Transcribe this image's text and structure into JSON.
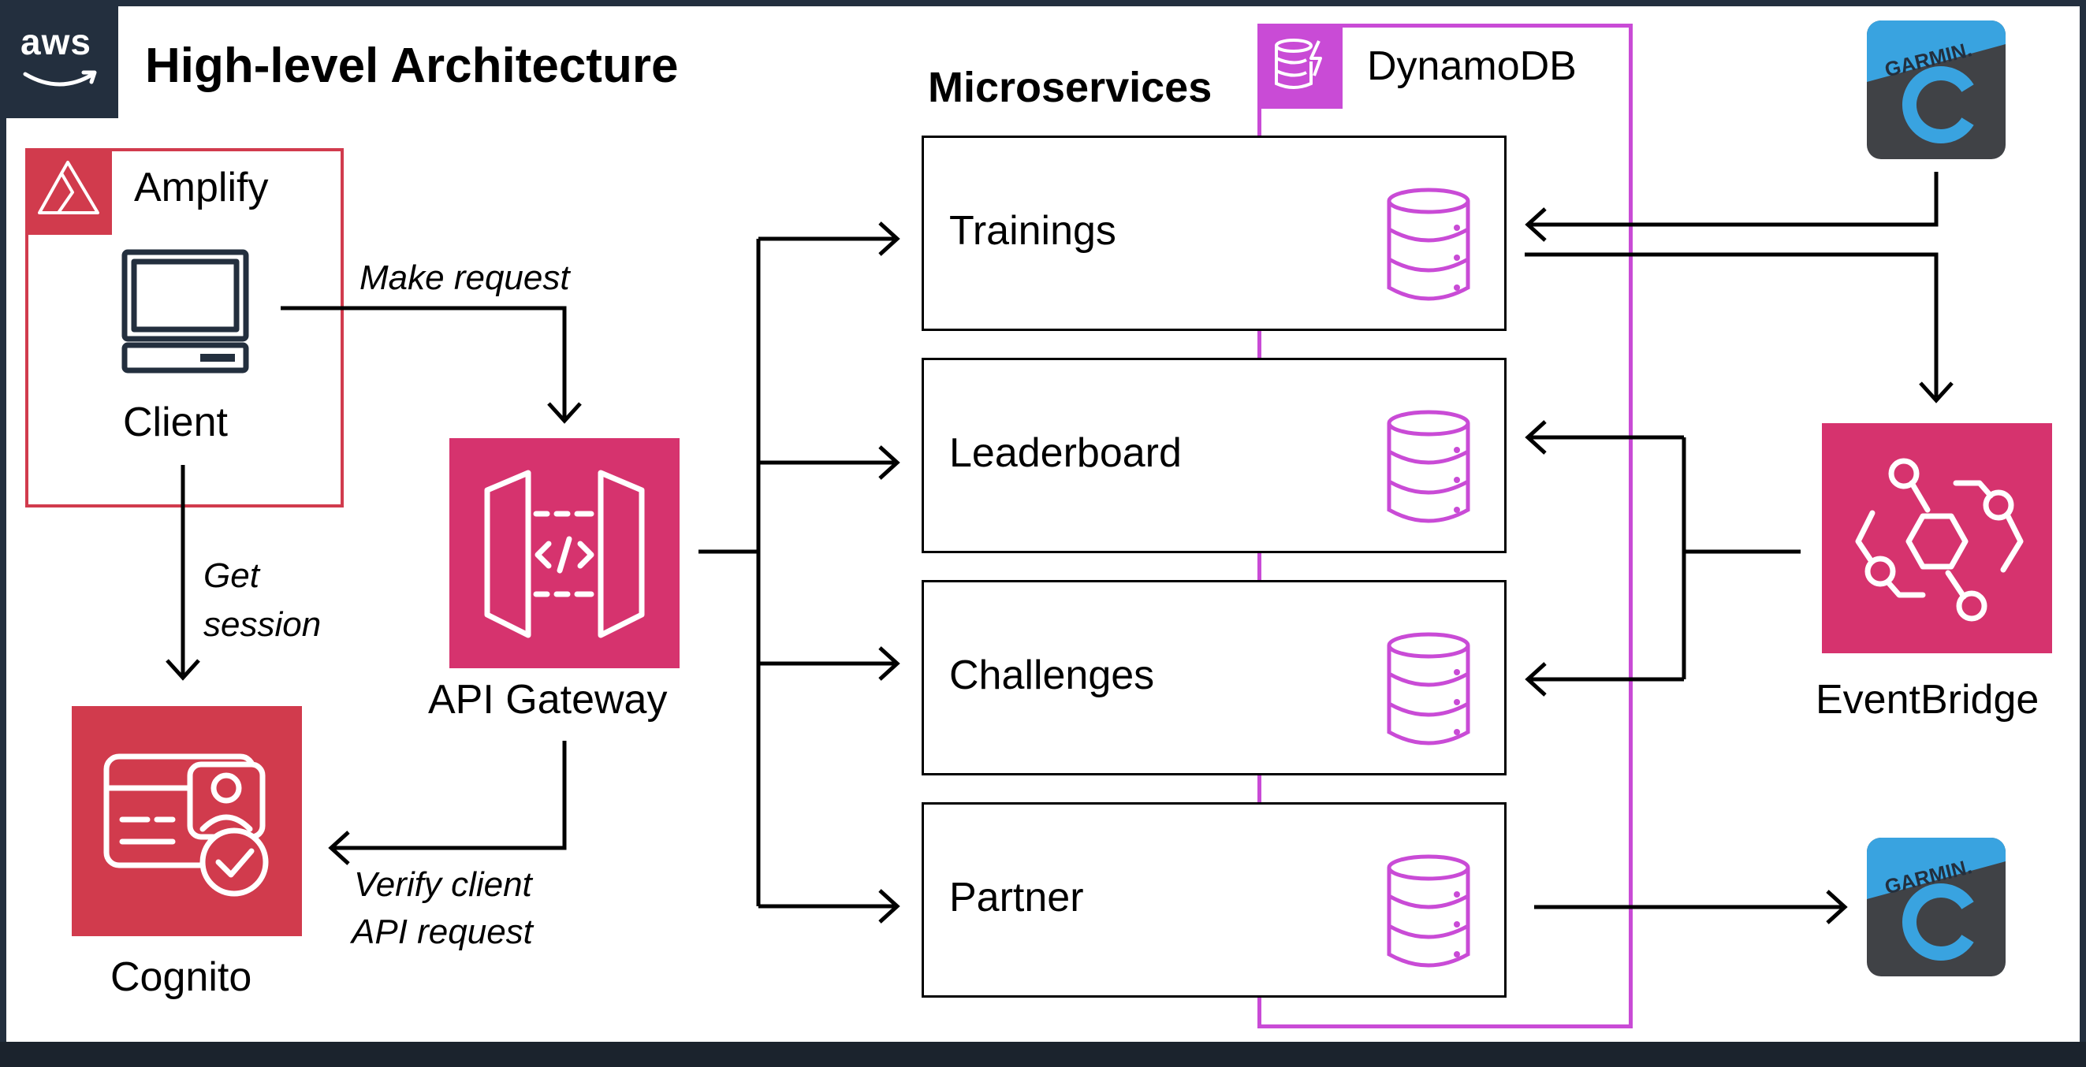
{
  "header": {
    "logo_text": "aws",
    "title": "High-level Architecture"
  },
  "groups": {
    "amplify": "Amplify",
    "microservices": "Microservices",
    "dynamodb": "DynamoDB"
  },
  "nodes": {
    "client": "Client",
    "cognito": "Cognito",
    "api_gateway": "API Gateway",
    "eventbridge": "EventBridge",
    "garmin_badge": "GARMIN."
  },
  "services": [
    {
      "label": "Trainings"
    },
    {
      "label": "Leaderboard"
    },
    {
      "label": "Challenges"
    },
    {
      "label": "Partner"
    }
  ],
  "edges": {
    "make_request": "Make request",
    "get_session_1": "Get",
    "get_session_2": "session",
    "verify_1": "Verify client",
    "verify_2": "API request"
  },
  "colors": {
    "aws_dark": "#232f3e",
    "amplify_red": "#d13b4d",
    "cognito_red": "#d13b4d",
    "api_pink": "#d6336e",
    "dynamo_purple": "#c94bd6",
    "garmin_blue": "#39a3e0",
    "garmin_gray": "#404246"
  },
  "icons": [
    "amplify-icon",
    "client-computer-icon",
    "cognito-icon",
    "api-gateway-icon",
    "dynamodb-icon",
    "database-icon",
    "eventbridge-icon",
    "garmin-connect-icon"
  ]
}
